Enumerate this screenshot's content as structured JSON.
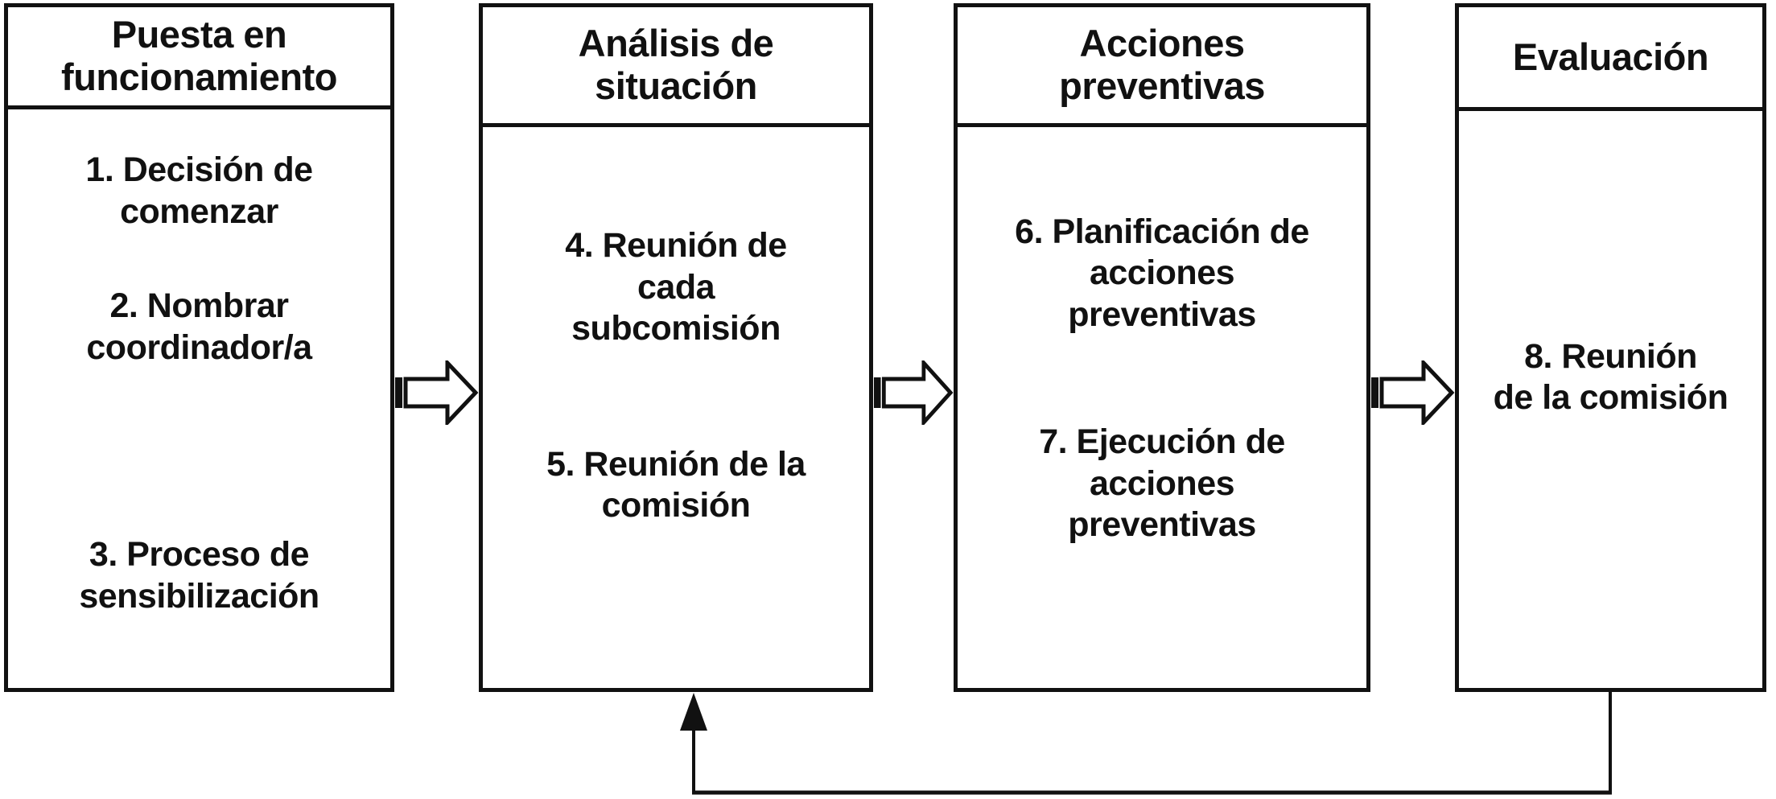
{
  "diagram": {
    "columns": [
      {
        "title": "Puesta en\nfuncionamiento",
        "items": [
          "1. Decisión de\ncomenzar",
          "2. Nombrar\ncoordinador/a",
          "3. Proceso de\nsensibilización"
        ]
      },
      {
        "title": "Análisis de\nsituación",
        "items": [
          "4. Reunión de\ncada\nsubcomisión",
          "5. Reunión de la\ncomisión"
        ]
      },
      {
        "title": "Acciones\npreventivas",
        "items": [
          "6. Planificación de\nacciones\npreventivas",
          "7. Ejecución de\nacciones\npreventivas"
        ]
      },
      {
        "title": "Evaluación",
        "items": [
          "8. Reunión\nde la comisión"
        ]
      }
    ],
    "connectors": {
      "forward_arrow": "right-block-arrow",
      "feedback_arrow": "up-arrow-feedback-loop"
    },
    "colors": {
      "line": "#111111",
      "background": "#ffffff"
    }
  }
}
